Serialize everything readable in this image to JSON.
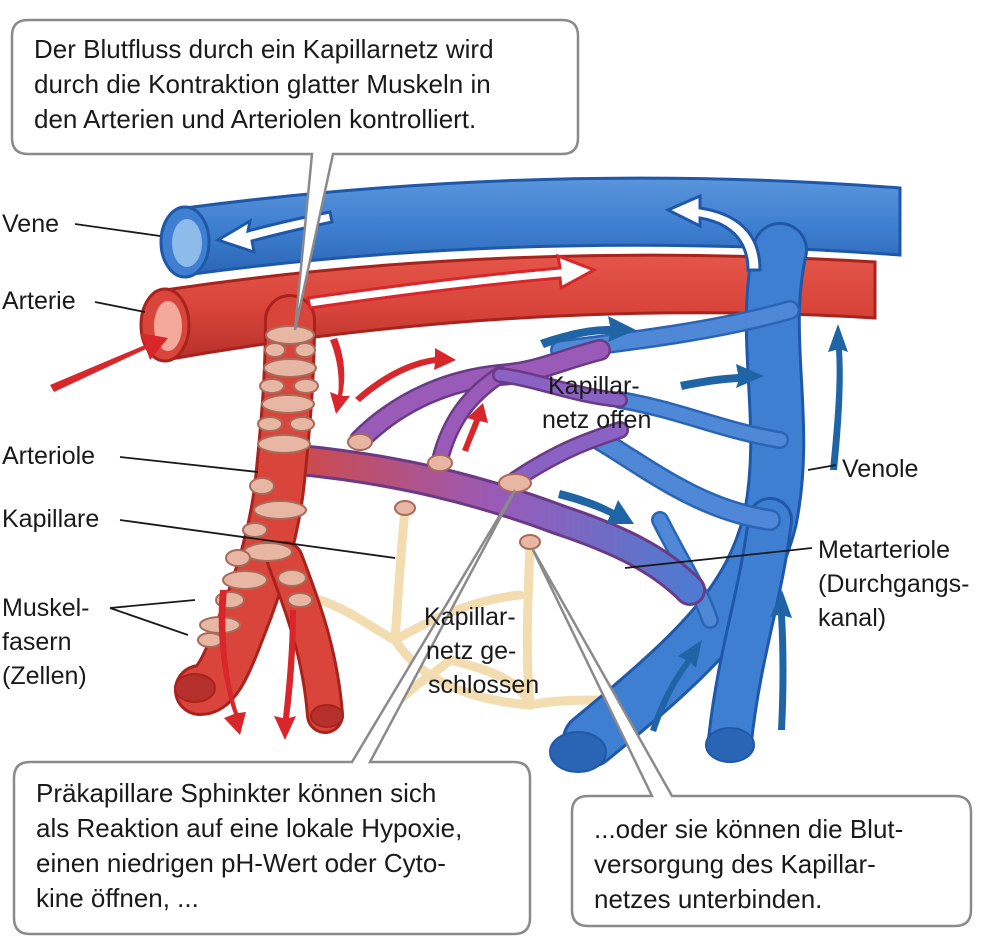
{
  "colors": {
    "vein": "#3f7fd1",
    "vein_dark": "#1f58a8",
    "vein_light": "#9cc3ef",
    "artery": "#d9453a",
    "artery_dark": "#a8231d",
    "artery_light": "#f3a89b",
    "capillary_open": "#9a5ab8",
    "capillary_closed": "#f2dcb0",
    "muscle": "#e7b7a4",
    "muscle_dark": "#a86a5a",
    "arrow_red": "#d8262a",
    "arrow_blue": "#1f64a4"
  },
  "callouts": {
    "top": [
      "Der Blutfluss durch ein Kapillarnetz wird",
      "durch die Kontraktion glatter Muskeln in",
      "den Arterien und Arteriolen kontrolliert."
    ],
    "bottom_left": [
      "Präkapillare Sphinkter können sich",
      "als Reaktion auf eine lokale Hypoxie,",
      "einen niedrigen pH-Wert oder Cyto-",
      "kine öffnen, ..."
    ],
    "bottom_right": [
      "...oder sie können die Blut-",
      "versorgung des Kapillar-",
      "netzes unterbinden."
    ]
  },
  "labels": {
    "vene": "Vene",
    "arterie": "Arterie",
    "arteriole": "Arteriole",
    "kapillare": "Kapillare",
    "muskelfasern": [
      "Muskel-",
      "fasern",
      "(Zellen)"
    ],
    "venole": "Venole",
    "metarteriole": [
      "Metarteriole",
      "(Durchgangs-",
      "kanal)"
    ],
    "netz_offen": [
      "Kapillar-",
      "netz offen"
    ],
    "netz_geschlossen": [
      "Kapillar-",
      "netz ge-",
      "schlossen"
    ]
  }
}
